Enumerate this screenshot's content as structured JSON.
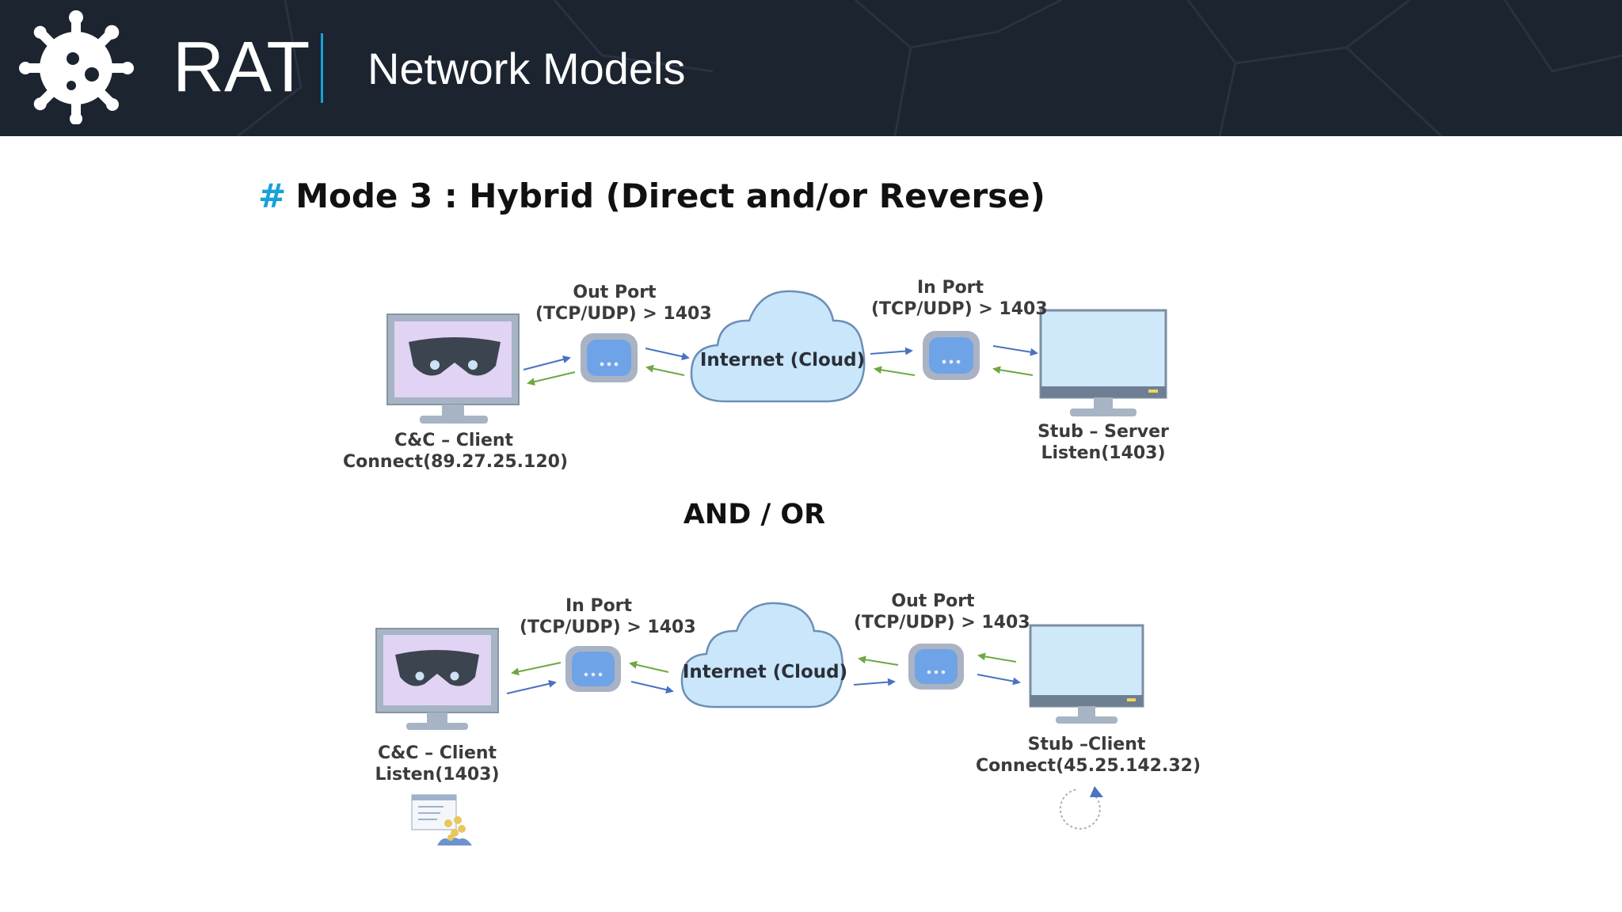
{
  "header": {
    "app_name": "RAT",
    "section_title": "Network Models",
    "logo_icon": "virus-gear-icon",
    "background_color": "#1c2430",
    "accent_color": "#1aa0d8"
  },
  "slide": {
    "hash": "#",
    "heading": "Mode 3 : Hybrid (Direct and/or Reverse)",
    "separator": "AND / OR"
  },
  "diagram_top": {
    "client_label_1": "C&C – Client",
    "client_label_2": "Connect(89.27.25.120)",
    "left_port_line_1": "Out Port",
    "left_port_line_2": "(TCP/UDP) > 1403",
    "cloud_label": "Internet (Cloud)",
    "right_port_line_1": "In Port",
    "right_port_line_2": "(TCP/UDP) > 1403",
    "stub_label_1": "Stub – Server",
    "stub_label_2": "Listen(1403)"
  },
  "diagram_bottom": {
    "client_label_1": "C&C – Client",
    "client_label_2": "Listen(1403)",
    "left_port_line_1": "In Port",
    "left_port_line_2": "(TCP/UDP) > 1403",
    "cloud_label": "Internet (Cloud)",
    "right_port_line_1": "Out Port",
    "right_port_line_2": "(TCP/UDP) > 1403",
    "stub_label_1": "Stub –Client",
    "stub_label_2": "Connect(45.25.142.32)"
  },
  "icons": [
    "virus-gear-icon",
    "hacker-monitor-icon",
    "router-icon",
    "cloud-icon",
    "monitor-icon",
    "users-listing-icon",
    "refresh-icon"
  ],
  "colors": {
    "arrow_blue": "#4a72c0",
    "arrow_green": "#6ea842",
    "cloud_fill": "#c9e6fb",
    "screen_fill": "#cfe9fb"
  }
}
